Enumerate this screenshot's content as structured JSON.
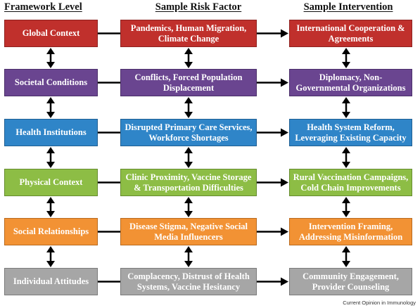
{
  "headers": [
    "Framework Level",
    "Sample Risk Factor",
    "Sample Intervention"
  ],
  "rows": [
    {
      "level": "Global Context",
      "risk": "Pandemics, Human Migration, Climate Change",
      "intervention": "International Cooperation & Agreements",
      "color": "#c0302c",
      "border": "#8e2220"
    },
    {
      "level": "Societal Conditions",
      "risk": "Conflicts, Forced Population Displacement",
      "intervention": "Diplomacy, Non-Governmental Organizations",
      "color": "#6a4590",
      "border": "#4b2f69"
    },
    {
      "level": "Health Institutions",
      "risk": "Disrupted Primary Care Services, Workforce Shortages",
      "intervention": "Health System Reform, Leveraging Existing Capacity",
      "color": "#2f85c8",
      "border": "#205f92"
    },
    {
      "level": "Physical Context",
      "risk": "Clinic Proximity, Vaccine Storage & Transportation Difficulties",
      "intervention": "Rural Vaccination Campaigns, Cold Chain Improvements",
      "color": "#8dbd45",
      "border": "#668c2f"
    },
    {
      "level": "Social Relationships",
      "risk": "Disease Stigma, Negative Social Media Influencers",
      "intervention": "Intervention Framing, Addressing Misinformation",
      "color": "#f29234",
      "border": "#b86a1f"
    },
    {
      "level": "Individual Attitudes",
      "risk": "Complacency, Distrust of Health Systems, Vaccine Hesitancy",
      "intervention": "Community Engagement, Provider Counseling",
      "color": "#a6a6a6",
      "border": "#7a7a7a"
    }
  ],
  "credit": "Current Opinion in Immunology"
}
